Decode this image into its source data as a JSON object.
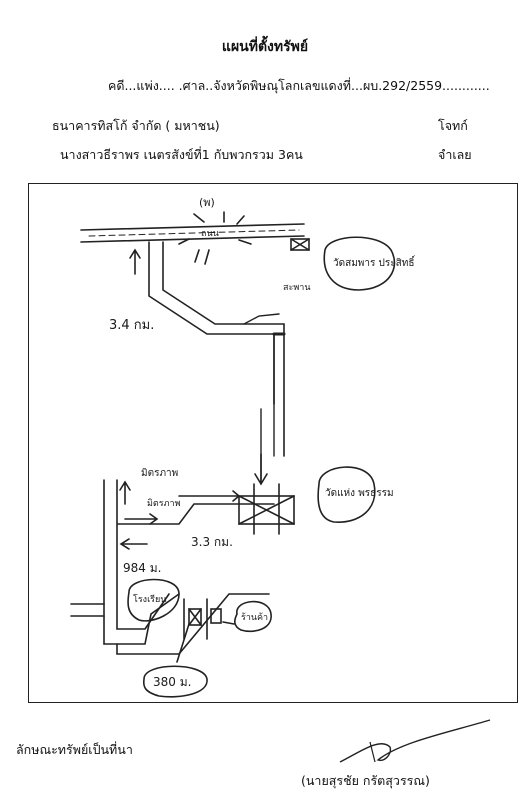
{
  "header": {
    "title": "แผนที่ตั้งทรัพย์",
    "case_line": "คดี...แพ่ง.... .ศาล..จังหวัดพิษณุโลกเลขแดงที่...ผบ.292/2559............",
    "plaintiff": "ธนาคารทิสโก้ จำกัด ( มหาชน)",
    "plaintiff_role": "โจทก์",
    "defendant": "นางสาวธีราพร เนตรสังข์ที่1 กับพวกรวม 3คน",
    "defendant_role": "จำเลย"
  },
  "map": {
    "road_top_label": "ถนน",
    "sun_label": "(พ)",
    "temple_label": "วัดสมพาร ประสิทธิ์",
    "bridge_label": "สะพาน",
    "dist_1": "3.4 กม.",
    "village_label": "มิตรภาพ",
    "junction_label": "มิตรภาพ",
    "temple2_label": "วัดแห่ง พรธรรม",
    "dist_2": "3.3 กม.",
    "dist_3": "984 ม.",
    "school_label": "โรงเรียน",
    "shop_label": "ร้านค้า",
    "dist_4": "380 ม."
  },
  "footer": {
    "property_type": "ลักษณะทรัพย์เป็นที่นา",
    "signer": "(นายสุรชัย กรัตสุวรรณ)"
  }
}
